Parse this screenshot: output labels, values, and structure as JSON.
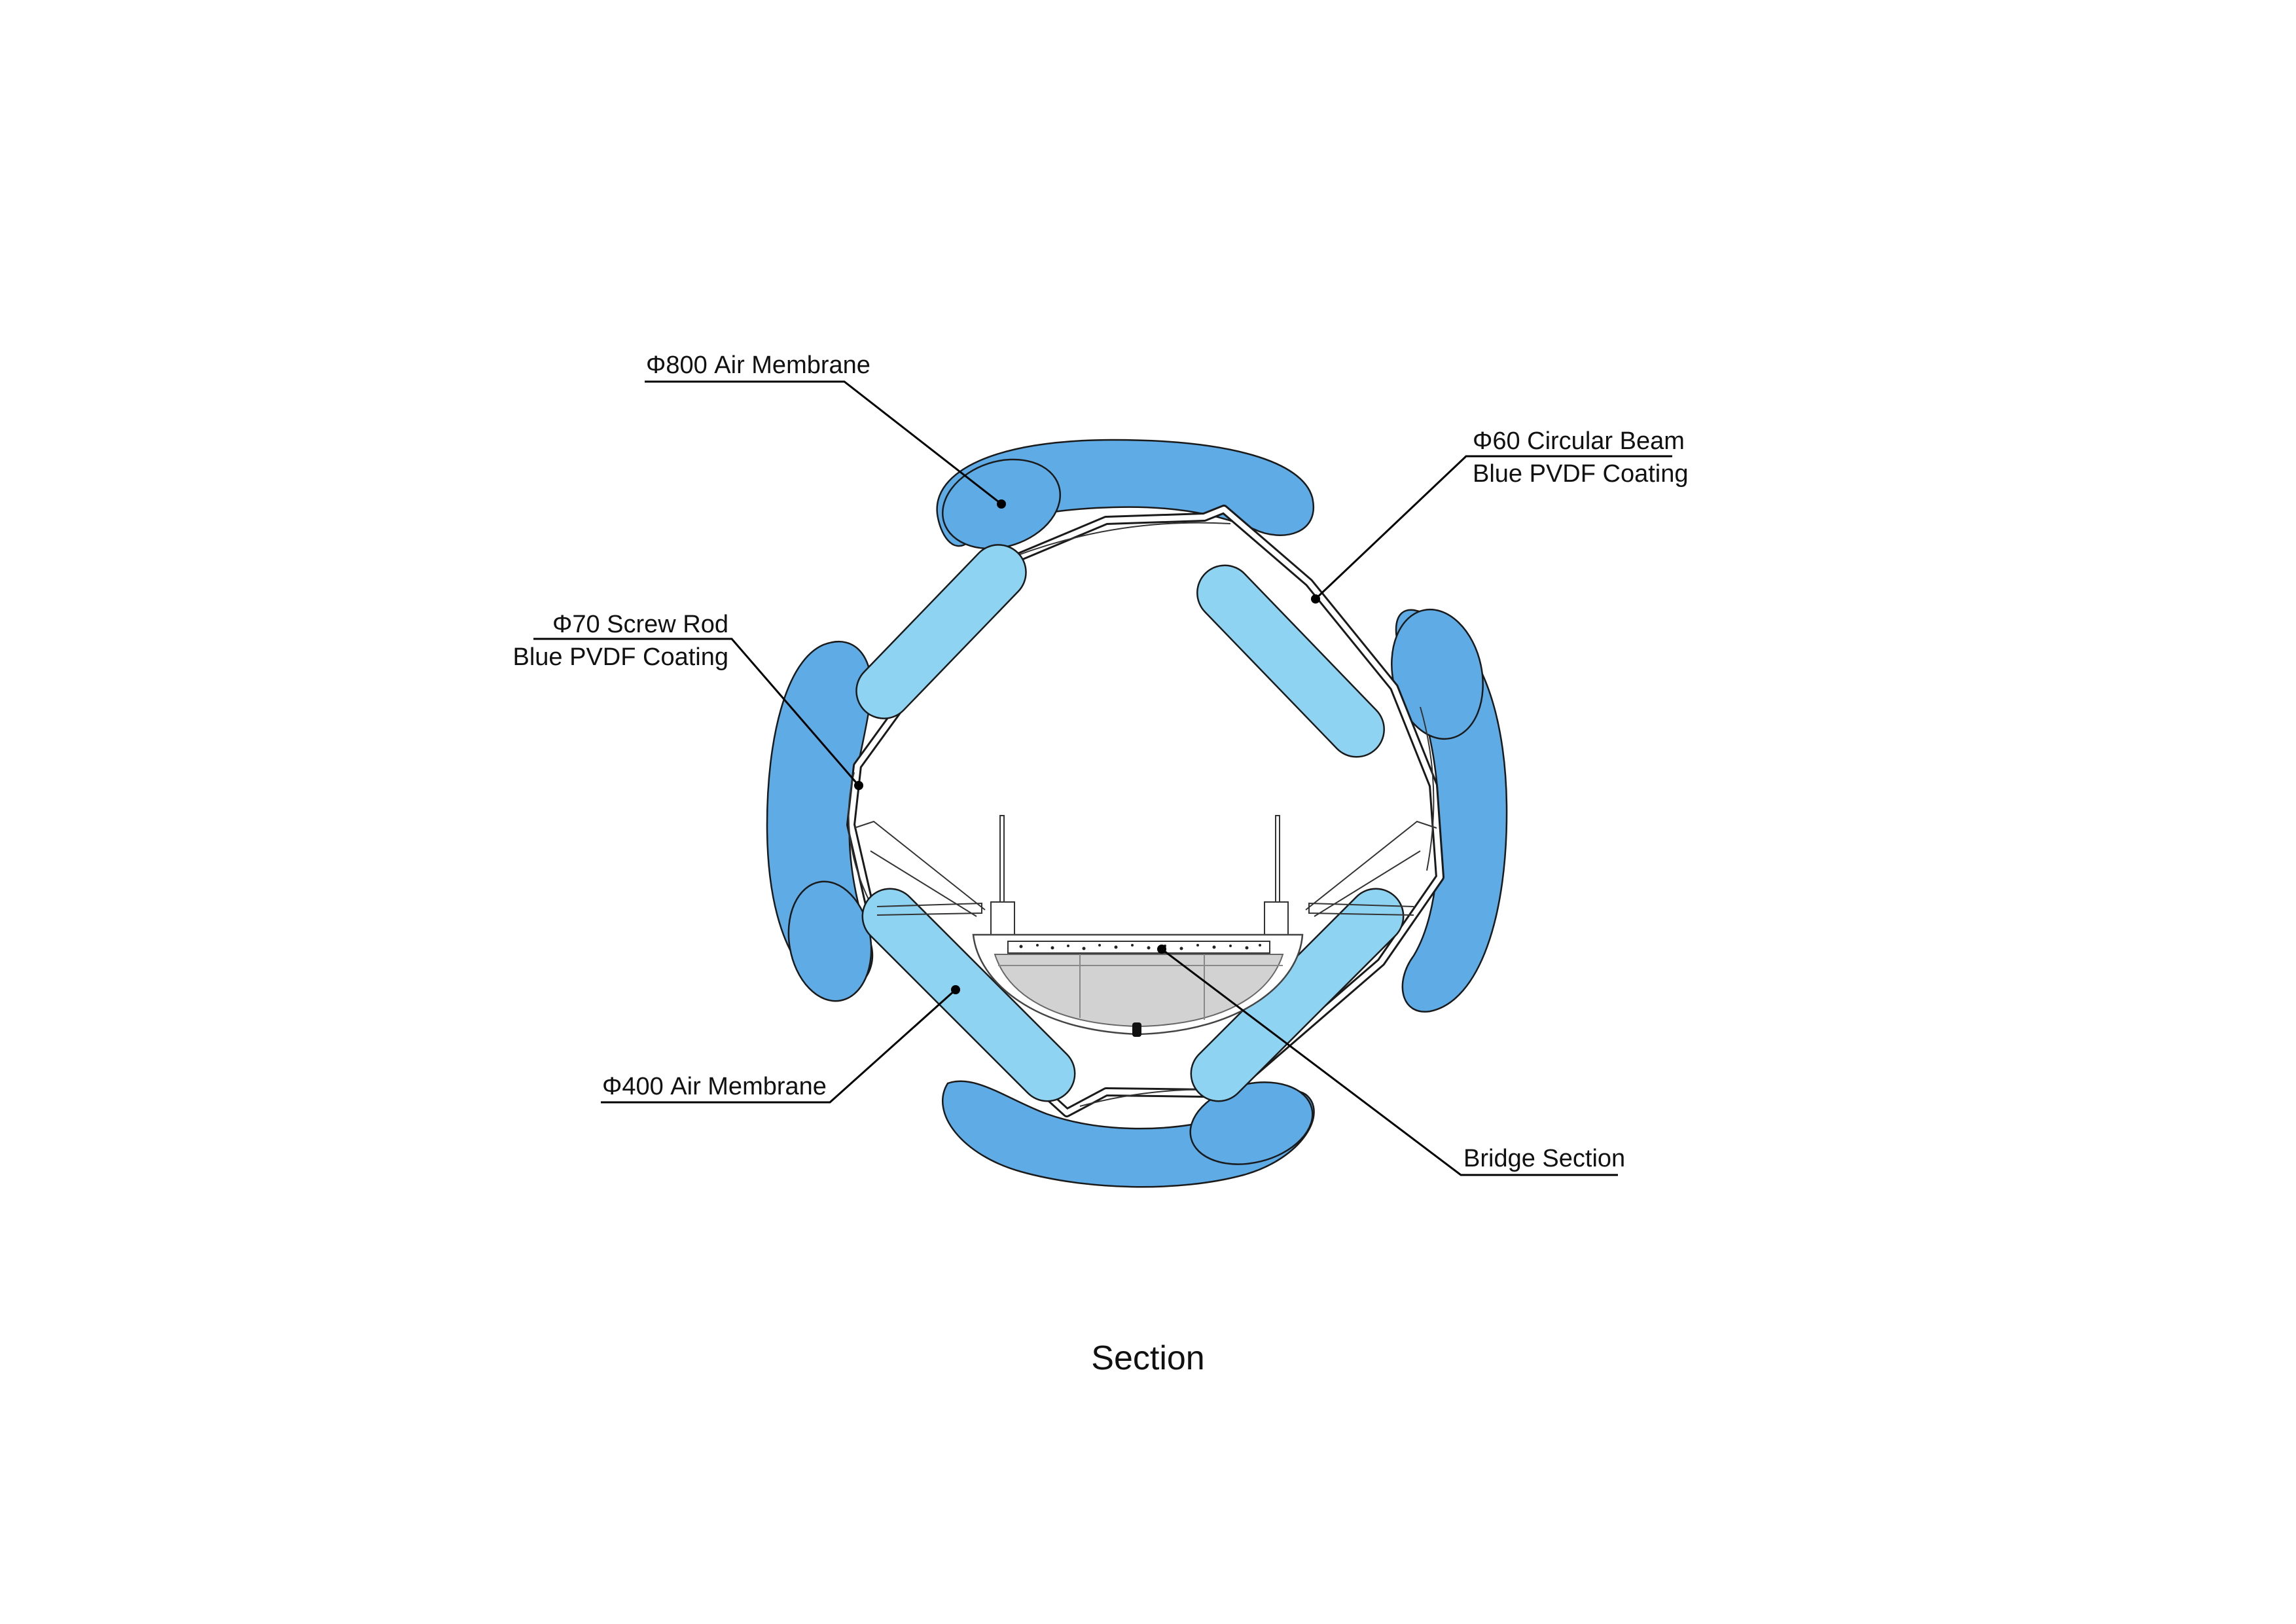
{
  "figure": {
    "caption": "Section"
  },
  "labels": {
    "air_membrane_800": "Φ800 Air Membrane",
    "circular_beam_line1": "Φ60 Circular Beam",
    "circular_beam_line2": "Blue PVDF Coating",
    "screw_rod_line1": "Φ70 Screw Rod",
    "screw_rod_line2": "Blue PVDF Coating",
    "air_membrane_400": "Φ400 Air Membrane",
    "bridge_section": "Bridge Section"
  },
  "colors": {
    "outer_membrane": "#5eabe6",
    "inner_membrane": "#8fd3f2",
    "bridge_fill": "#d2d2d2",
    "line": "#000000"
  }
}
